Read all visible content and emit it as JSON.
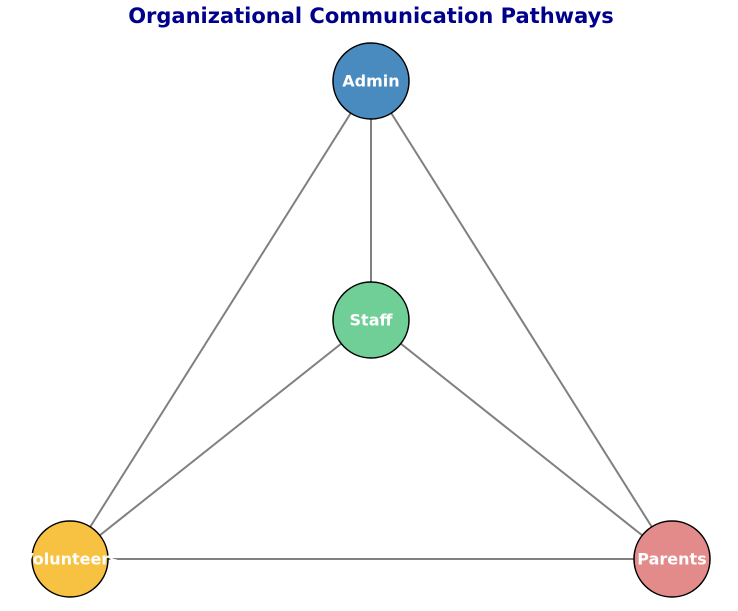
{
  "title": "Organizational Communication Pathways",
  "colors": {
    "title": "#00008b",
    "edge": "#808080",
    "node_border": "#000000",
    "label": "#ffffff"
  },
  "nodes": [
    {
      "id": "admin",
      "label": "Admin",
      "color": "#4a8bbf"
    },
    {
      "id": "staff",
      "label": "Staff",
      "color": "#6fcf97"
    },
    {
      "id": "volunteers",
      "label": "Volunteers",
      "color": "#f7c242"
    },
    {
      "id": "parents",
      "label": "Parents",
      "color": "#e38b8b"
    }
  ],
  "edges": [
    {
      "from": "admin",
      "to": "staff"
    },
    {
      "from": "admin",
      "to": "volunteers"
    },
    {
      "from": "admin",
      "to": "parents"
    },
    {
      "from": "staff",
      "to": "volunteers"
    },
    {
      "from": "staff",
      "to": "parents"
    },
    {
      "from": "volunteers",
      "to": "parents"
    }
  ]
}
